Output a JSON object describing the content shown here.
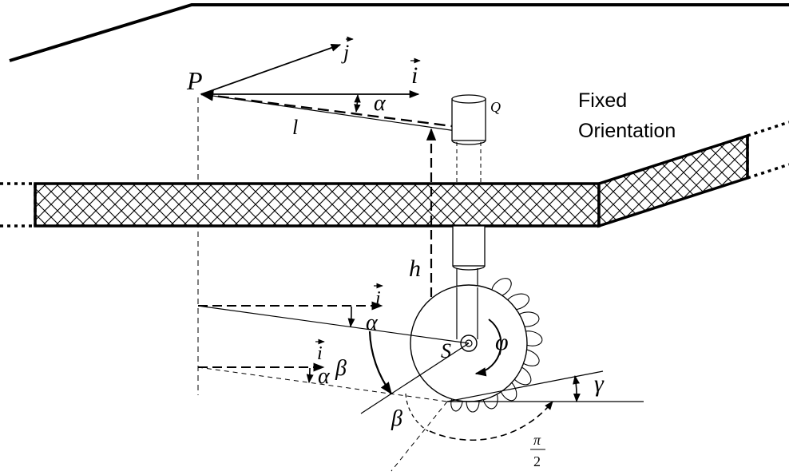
{
  "diagram": {
    "labels": {
      "P": "P",
      "Q": "Q",
      "S": "S",
      "l": "l",
      "h": "h",
      "j_vec": "j",
      "i_vec_top": "i",
      "i_vec_mid": "i",
      "i_vec_low": "i",
      "alpha_top": "α",
      "alpha_mid": "α",
      "alpha_low": "α",
      "beta_left": "β",
      "beta_low": "β",
      "phi": "φ",
      "gamma": "γ",
      "pi": "π",
      "two": "2"
    },
    "annotation": {
      "line1": "Fixed",
      "line2": "Orientation"
    }
  }
}
